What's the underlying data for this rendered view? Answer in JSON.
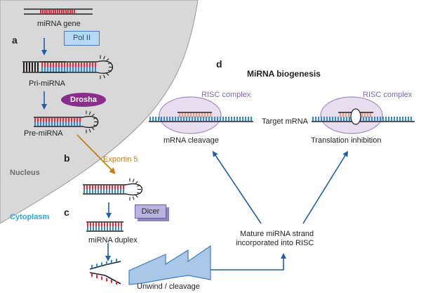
{
  "diagram": {
    "title": "MiRNA biogenesis",
    "steps": {
      "a": "a",
      "b": "b",
      "c": "c",
      "d": "d"
    },
    "compartments": {
      "nucleus": "Nucleus",
      "cytoplasm": "Cytoplasm"
    },
    "molecules": {
      "gene": "miRNA gene",
      "pri": "Pri-miRNA",
      "pre": "Pre-miRNA",
      "duplex": "miRNA duplex",
      "target": "Target mRNA"
    },
    "enzymes": {
      "pol2": "Pol II",
      "drosha": "Drosha",
      "exportin": "Exportin 5",
      "dicer": "Dicer"
    },
    "processes": {
      "unwind": "Unwind / cleavage",
      "mature_line1": "Mature miRNA strand",
      "mature_line2": "incorporated into RISC",
      "cleavage": "mRNA cleavage",
      "inhibition": "Translation inhibition"
    },
    "risc_left": "RISC complex",
    "risc_right": "RISC complex"
  },
  "colors": {
    "nucleus_fill": "#d8d8d9",
    "arrow_blue": "#1f5fa8",
    "export_arrow": "#c47f17",
    "rna_blue": "#2b8fd6",
    "rna_red": "#e32d3f",
    "risc_fill": "#e8def0",
    "risc_stroke": "#a08bbd",
    "dicer_fill": "#b9b3e0",
    "drosha_fill": "#8a2d8c",
    "pol2_fill": "#b9d8f2"
  }
}
